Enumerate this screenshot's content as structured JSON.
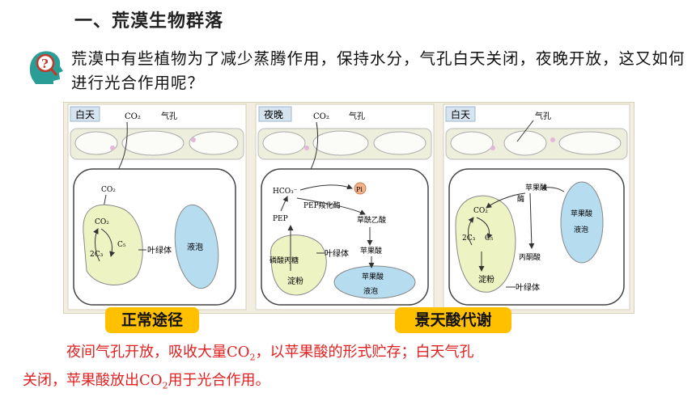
{
  "section_title": "一、荒漠生物群落",
  "question": "荒漠中有些植物为了减少蒸腾作用，保持水分，气孔白天关闭，夜晚开放，这又如何进行光合作用呢？",
  "colors": {
    "badge": "#ffc000",
    "conclusion_text": "#e02020",
    "chloroplast": "#eef3c4",
    "vacuole": "#b6dcf0"
  },
  "panel_day_normal": {
    "tag": "白天",
    "co2": "CO₂",
    "stoma": "气孔",
    "co2_inner": "CO₂",
    "cycle_co2": "CO₂",
    "c5": "C₅",
    "c3": "2C₃",
    "chloroplast": "叶绿体",
    "vacuole": "液泡"
  },
  "panel_night": {
    "tag": "夜晚",
    "co2": "CO₂",
    "stoma": "气孔",
    "hco3": "HCO₃⁻",
    "pi": "Pi",
    "enzyme": "PEP羧化酶",
    "pep": "PEP",
    "oaa": "草酰乙酸",
    "malate": "苹果酸",
    "pgal": "磷酸丙糖",
    "chloroplast": "叶绿体",
    "starch": "淀粉",
    "vacuole_malate": "苹果酸",
    "vacuole": "液泡"
  },
  "panel_day_cam": {
    "tag": "白天",
    "stoma": "气孔",
    "malate": "苹果酸",
    "enzyme": "酶",
    "co2": "CO₂",
    "c3": "2C₃",
    "c5": "C₅",
    "pyruvate": "丙酮酸",
    "starch": "淀粉",
    "chloroplast": "叶绿体",
    "vacuole_malate": "苹果酸",
    "vacuole": "液泡"
  },
  "badges": {
    "normal": "正常途径",
    "cam": "景天酸代谢"
  },
  "conclusion": {
    "p1": "夜间气孔开放，吸收大量CO",
    "sub1": "2",
    "p2": "，以苹果酸的形式贮存；白天气孔",
    "p3": "关闭，苹果酸放出CO",
    "sub2": "2",
    "p4": "用于光合作用。"
  }
}
